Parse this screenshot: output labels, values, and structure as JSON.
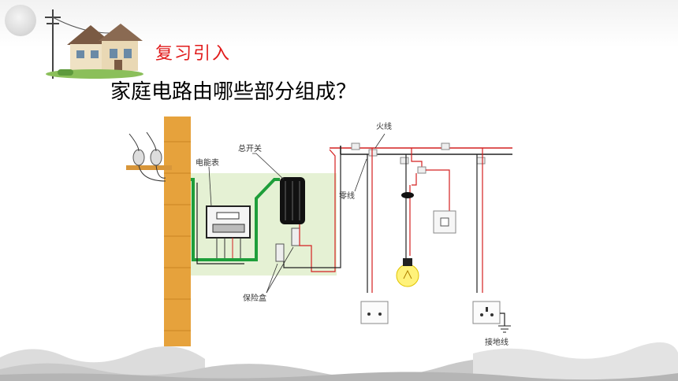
{
  "slide": {
    "section_title": "复习引入",
    "question": "家庭电路由哪些部分组成？"
  },
  "diagram": {
    "labels": {
      "live_wire": "火线",
      "main_switch": "总开关",
      "meter": "电能表",
      "neutral_wire": "零线",
      "fuse_box": "保险盒",
      "ground_wire": "接地线"
    },
    "colors": {
      "live": "#d42020",
      "neutral": "#222222",
      "ground": "#1e9e3a",
      "wall": "#e6a23c",
      "panel": "#e5f1d4",
      "bulb": "#fff27a"
    }
  }
}
